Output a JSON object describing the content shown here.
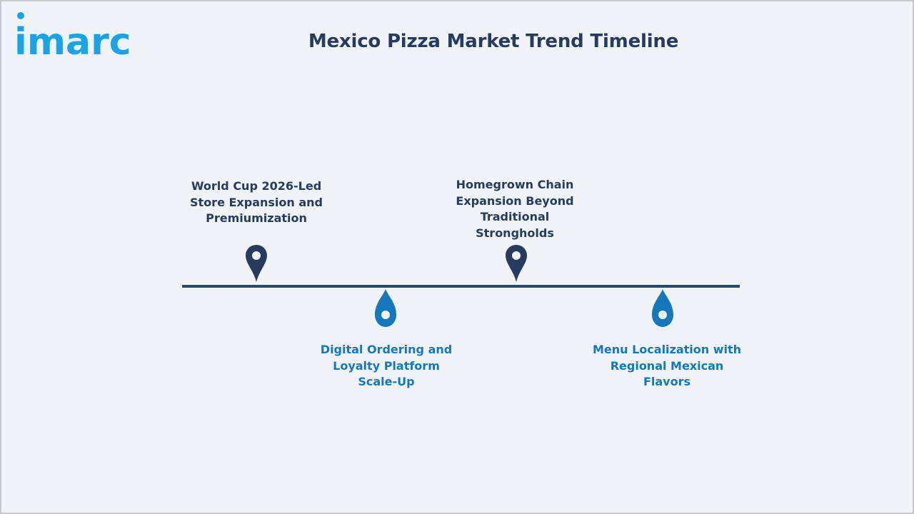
{
  "brand": {
    "logo_text": "imarc"
  },
  "title": "Mexico Pizza Market Trend Timeline",
  "colors": {
    "dark_navy": "#263b5e",
    "accent_blue": "#1578bf",
    "line": "#264a6a",
    "background": "#f0f4f8"
  },
  "milestones": [
    {
      "label": "World Cup 2026-Led Store Expansion and Premiumization",
      "position": "above",
      "icon": "map-pin-icon"
    },
    {
      "label": "Digital Ordering and Loyalty Platform Scale-Up",
      "position": "below",
      "icon": "droplet-pin-icon"
    },
    {
      "label": "Homegrown Chain Expansion Beyond Traditional Strongholds",
      "position": "above",
      "icon": "map-pin-icon"
    },
    {
      "label": "Menu Localization with Regional Mexican Flavors",
      "position": "below",
      "icon": "droplet-pin-icon"
    }
  ]
}
